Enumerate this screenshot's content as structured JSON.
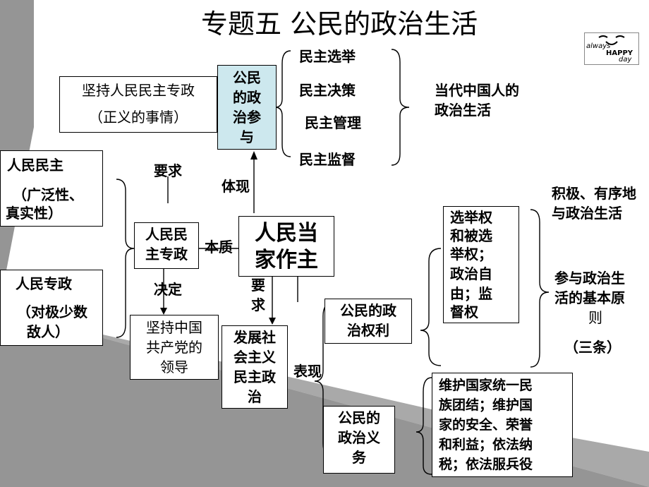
{
  "title": "专题五  公民的政治生活",
  "logo": {
    "lines": [
      "always",
      "HAPPY",
      "day"
    ],
    "icon": "smiley-face-icon"
  },
  "boxes": {
    "jianchi": {
      "line1": "坚持人民民主专政",
      "line2": "（正义的事情）"
    },
    "canyu": {
      "lines": [
        "公民",
        "的政",
        "治参",
        "与"
      ]
    },
    "renmin_minzhu": {
      "line1": "人民民主",
      "line2": "（广泛性、",
      "line3": "真实性）"
    },
    "renmin_zhuanzheng": {
      "line1": "人民专政",
      "line2": "（对极少数",
      "line3": "敌人）"
    },
    "minzhu_zhuanzheng": {
      "lines": [
        "人民民",
        "主专政"
      ]
    },
    "dangjia": {
      "lines": [
        "人民当",
        "家作主"
      ]
    },
    "dang_lingdao": {
      "lines": [
        "坚持中国",
        "共产党的",
        "领导"
      ]
    },
    "fazhan": {
      "lines": [
        "发展社",
        "会主义",
        "民主政",
        "治"
      ]
    },
    "quanli": {
      "lines": [
        "公民的政",
        "治权利"
      ]
    },
    "quanli_detail": {
      "lines": [
        "选举权",
        "和被选",
        "举权；",
        "政治自",
        "由；监",
        "督权"
      ]
    },
    "yiwu": {
      "lines": [
        "公民的",
        "政治义",
        "务"
      ]
    },
    "yiwu_detail": {
      "lines": [
        "维护国家统一民",
        "族团结；维护国",
        "家的安全、荣誉",
        "和利益；依法纳",
        "税；依法服兵役"
      ]
    }
  },
  "participation_items": [
    "民主选举",
    "民主决策",
    "民主管理",
    "民主监督"
  ],
  "right_note": {
    "lines": [
      "当代中国人的",
      "政治生活"
    ]
  },
  "principle_note": {
    "line1": "积极、有序地",
    "line2": "与政治生活",
    "line3": "参与政治生",
    "line4": "活的基本原",
    "line5": "则",
    "line6": "（三条）"
  },
  "edge_labels": {
    "yaoqiu_top": "要求",
    "tixian": "体现",
    "benzhi": "本质",
    "jueding": "决定",
    "yaoqiu_mid_1": "要",
    "yaoqiu_mid_2": "求",
    "biaoxian": "表现"
  },
  "colors": {
    "highlight_box": "#cde8ee",
    "background_band": "#8a8a8a"
  }
}
